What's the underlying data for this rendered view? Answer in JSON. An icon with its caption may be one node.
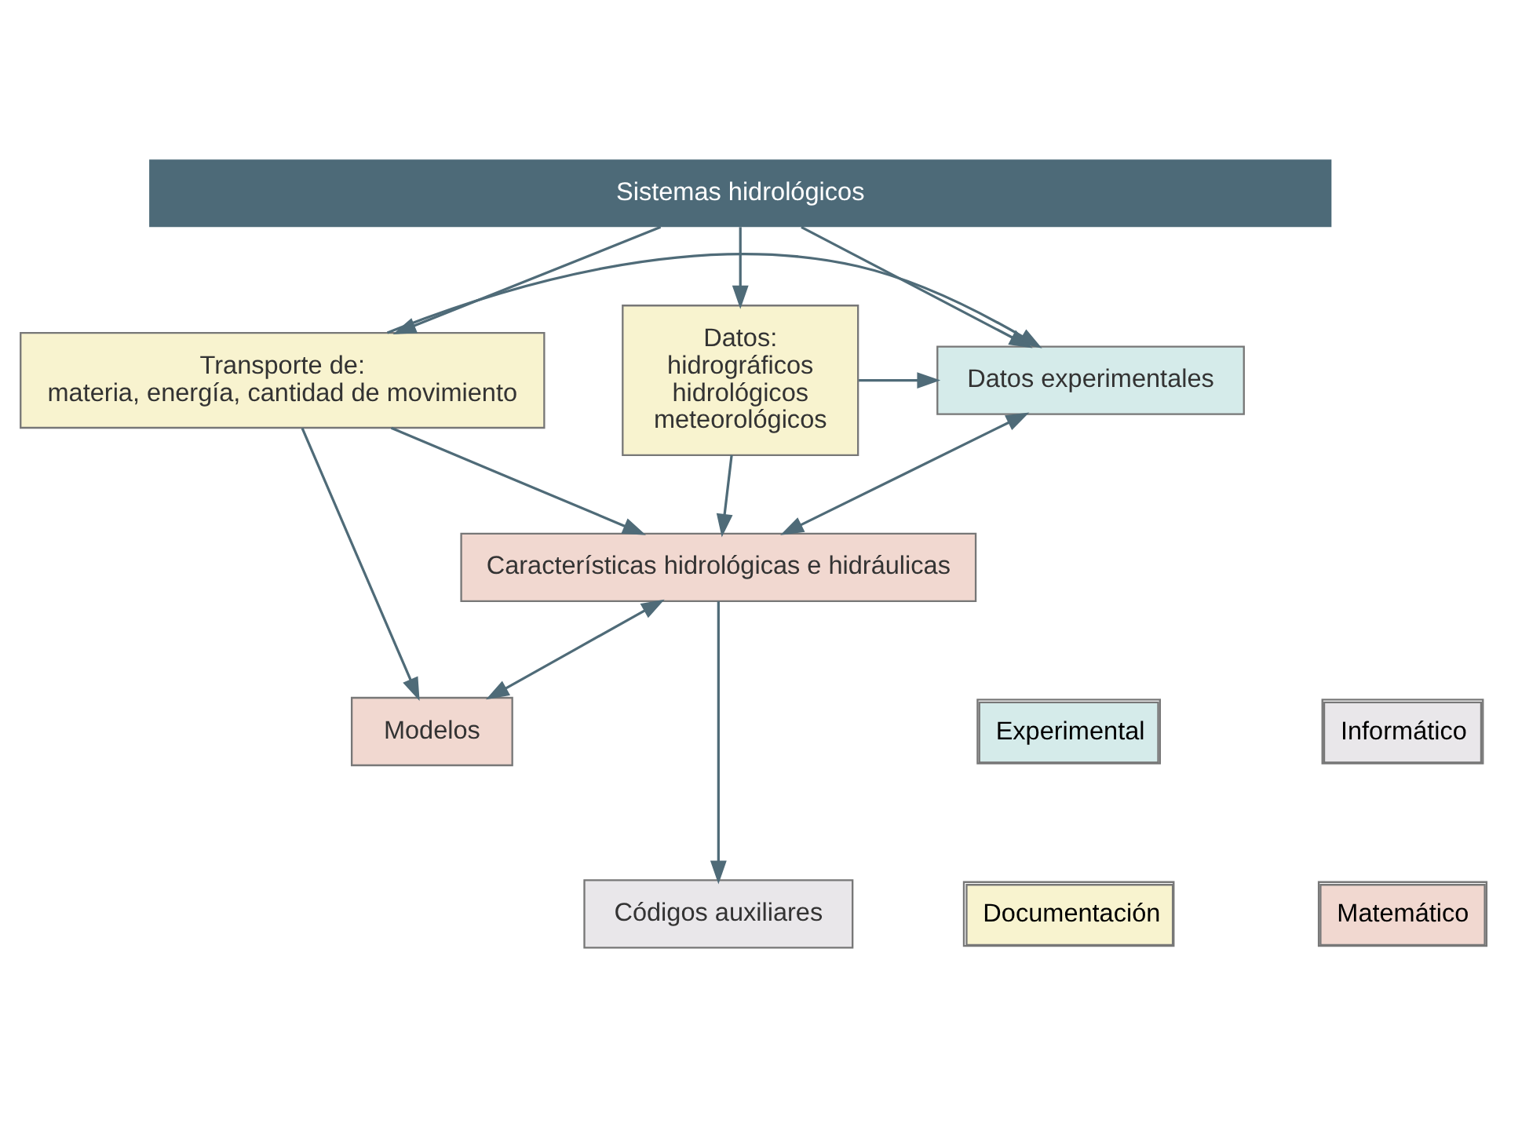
{
  "diagram": {
    "nodes": [
      {
        "text": [
          "Sistemas hidrológicos"
        ]
      },
      {
        "text": [
          "Datos:",
          "hidrográficos",
          "hidrológicos",
          "meteorológicos"
        ]
      },
      {
        "text": [
          "Datos experimentales"
        ]
      },
      {
        "text": [
          "Transporte de:",
          "materia, energía, cantidad de movimiento"
        ]
      },
      {
        "text": [
          "Características hidrológicas e hidráulicas"
        ]
      },
      {
        "text": [
          "Modelos"
        ]
      },
      {
        "text": [
          "Códigos auxiliares"
        ]
      }
    ],
    "edges": [
      {
        "from": 0,
        "to": 1,
        "arrow": "to"
      },
      {
        "from": 0,
        "to": 2,
        "arrow": "to"
      },
      {
        "from": 0,
        "to": 3,
        "arrow": "to"
      },
      {
        "from": 1,
        "to": 2,
        "arrow": "to"
      },
      {
        "from": 3,
        "to": 2,
        "arrow": "to"
      },
      {
        "from": 2,
        "to": 4,
        "arrow": "both"
      },
      {
        "from": 1,
        "to": 4,
        "arrow": "to"
      },
      {
        "from": 3,
        "to": 4,
        "arrow": "to"
      },
      {
        "from": 3,
        "to": 5,
        "arrow": "to"
      },
      {
        "from": 4,
        "to": 5,
        "arrow": "both"
      },
      {
        "from": 4,
        "to": 6,
        "arrow": "to"
      }
    ],
    "legend": [
      {
        "text": "Experimental",
        "color": "#d5ebea"
      },
      {
        "text": "Informático",
        "color": "#e9e7ea"
      },
      {
        "text": "Documentación",
        "color": "#f8f3cf"
      },
      {
        "text": "Matemático",
        "color": "#f1d8d0"
      }
    ]
  }
}
